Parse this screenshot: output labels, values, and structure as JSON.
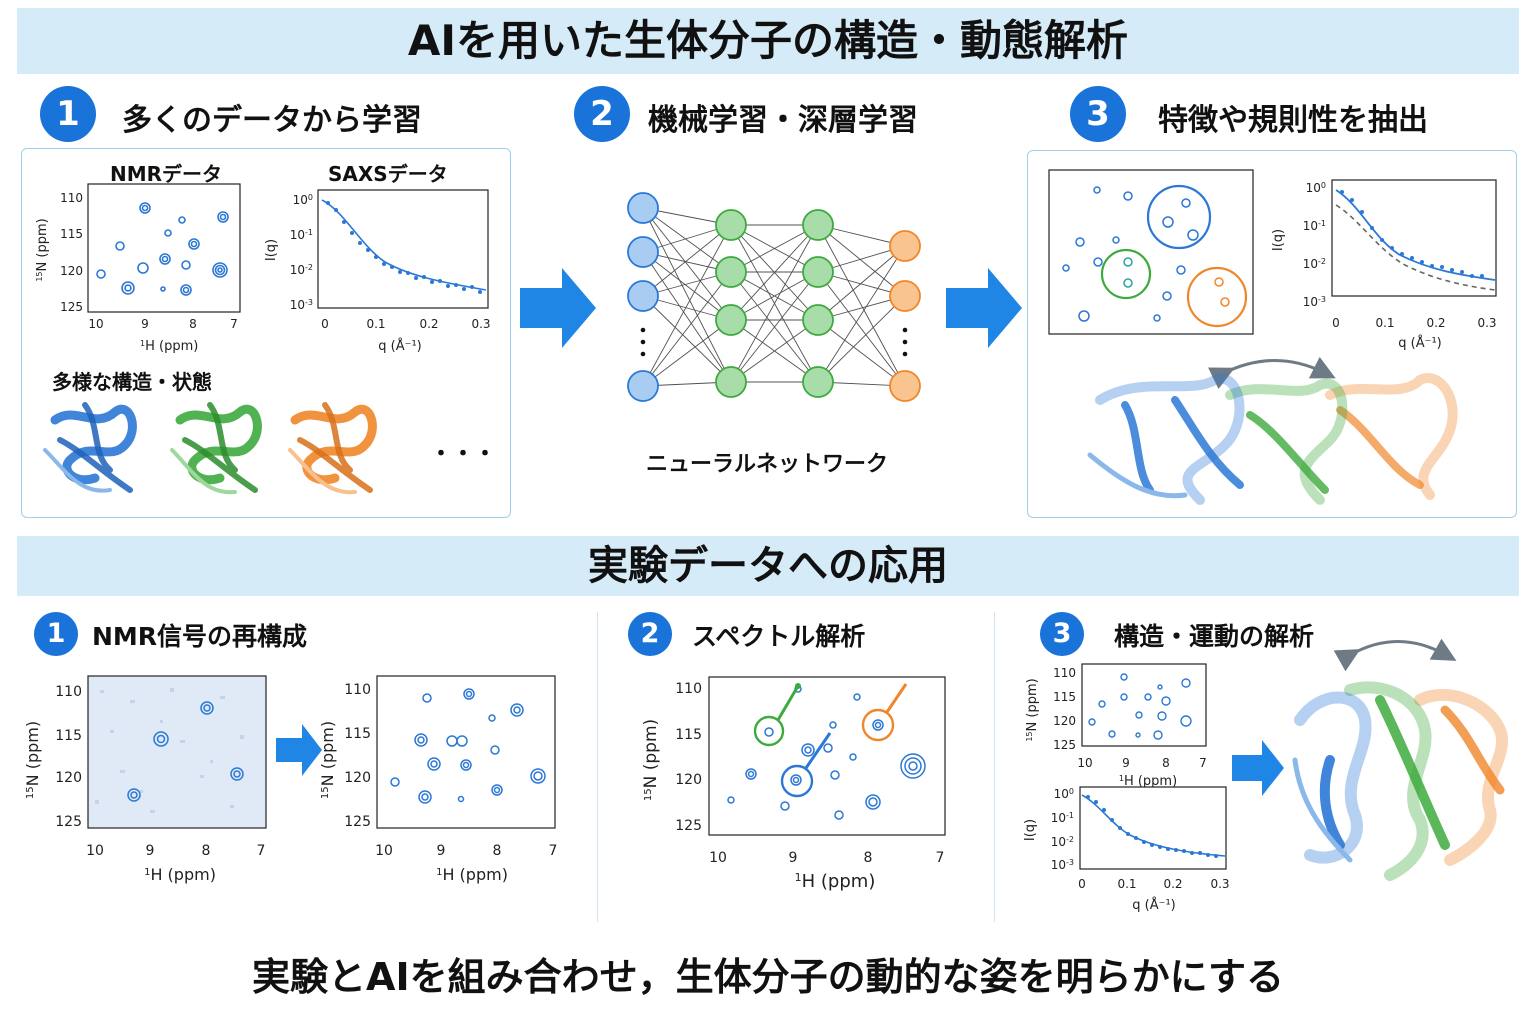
{
  "title": "AIを用いた生体分子の構造・動態解析",
  "top": {
    "steps": [
      {
        "num": "1",
        "label": "多くのデータから学習"
      },
      {
        "num": "2",
        "label": "機械学習・深層学習"
      },
      {
        "num": "3",
        "label": "特徴や規則性を抽出"
      }
    ],
    "panel1": {
      "nmr_title": "NMRデータ",
      "saxs_title": "SAXSデータ",
      "diverse_label": "多様な構造・状態",
      "ellipsis": "・・・"
    },
    "nn_label": "ニューラルネットワーク",
    "nn_dots": "⋮"
  },
  "section2_title": "実験データへの応用",
  "bottom": {
    "steps": [
      {
        "num": "1",
        "label": "NMR信号の再構成"
      },
      {
        "num": "2",
        "label": "スペクトル解析"
      },
      {
        "num": "3",
        "label": "構造・運動の解析"
      }
    ]
  },
  "axes": {
    "nmr_y_ticks": [
      "110",
      "115",
      "120",
      "125"
    ],
    "nmr_x_ticks": [
      "10",
      "9",
      "8",
      "7"
    ],
    "nmr_xlabel_sup": "1",
    "nmr_xlabel": "H (ppm)",
    "nmr_ylabel_sup": "15",
    "nmr_ylabel": "N (ppm)",
    "saxs_y_ticks": [
      {
        "base": "10",
        "exp": "0"
      },
      {
        "base": "10",
        "exp": "-1"
      },
      {
        "base": "10",
        "exp": "-2"
      },
      {
        "base": "10",
        "exp": "-3"
      }
    ],
    "saxs_x_ticks": [
      "0",
      "0.1",
      "0.2",
      "0.3"
    ],
    "saxs_ylabel": "I(q)",
    "saxs_xlabel": "q (Å⁻¹)"
  },
  "colors": {
    "accent": "#1a73d9",
    "blue": "#2b78d6",
    "green": "#3daa3d",
    "orange": "#f0862a",
    "banner": "#d6ebf8",
    "panel_border": "#9fd0ea",
    "arrow": "#1f86e6"
  },
  "footer": "実験とAIを組み合わせ，生体分子の動的な姿を明らかにする"
}
